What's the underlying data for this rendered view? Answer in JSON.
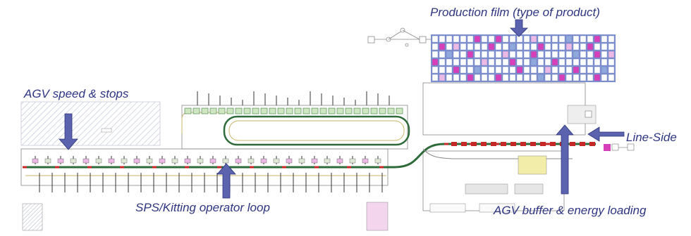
{
  "colors": {
    "label_text": "#2e3580",
    "arrow_fill": "#5b63ae",
    "track": "#2f6b3a",
    "track_accent": "#c62828",
    "film_magenta": "#d63fb8",
    "film_light": "#ecb8e4",
    "film_blue": "#8fa9dc",
    "film_white": "#ffffff",
    "hatch": "#b7bfce"
  },
  "callouts": {
    "production_film": "Production film (type of product)",
    "agv_speed": "AGV speed & stops",
    "line_side": "Line-Side",
    "kitting_loop": "SPS/Kitting operator loop",
    "agv_buffer": "AGV buffer & energy loading"
  },
  "film_pattern": [
    "wwwwwwmwwmwwwwlwwwwbwwwmww",
    "wmwlwwwwmwwbwwwmwwwlwwmwww",
    "wwbwwmwwwwlwwwmwwwwwbwwmwl",
    "mwwwwwwlwwwmwwbwwmwwwwwwww",
    "wwwmwwbwwwwwmwwwlwwwmwwwbw",
    "wlwwwmwwwmwwwwwbwwmwwwwmww"
  ]
}
